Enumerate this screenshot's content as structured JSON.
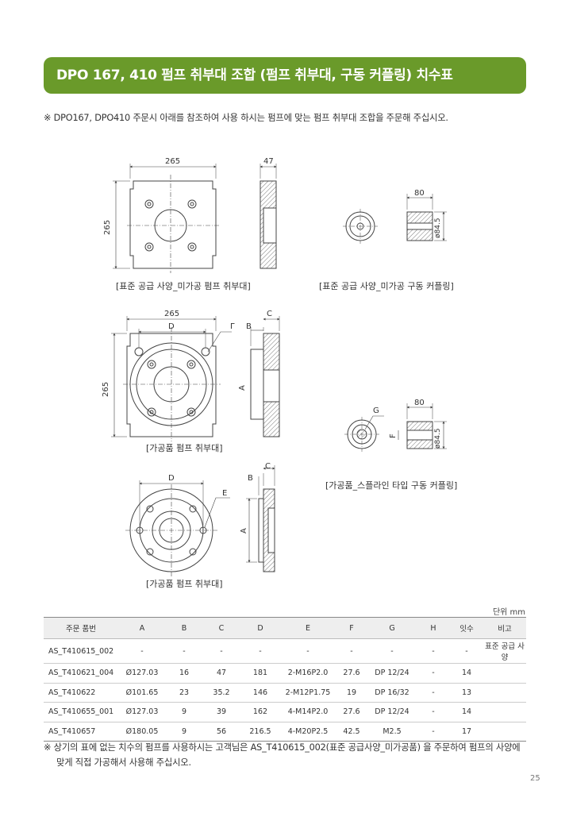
{
  "title": "DPO 167, 410 펌프 취부대 조합 (펌프 취부대, 구동 커플링) 치수표",
  "intro": "※ DPO167, DPO410 주문시 아래를 참조하여 사용 하시는 펌프에 맞는 펌프 취부대 조합을 주문해 주십시오.",
  "figures": {
    "fig1_caption": "[표준 공급 사양_미가공  펌프 취부대]",
    "fig2_caption": "[표준 공급 사양_미가공 구동 커플링]",
    "fig3_caption": "[가공품  펌프 취부대]",
    "fig4_caption": "[가공품_스플라인 타입 구동 커플링]",
    "fig5_caption": "[가공품  펌프 취부대]",
    "dims": {
      "d265": "265",
      "d47": "47",
      "d80": "80",
      "d845": "ø84.5",
      "D": "D",
      "Gamma": "Γ",
      "B": "B",
      "C": "C",
      "A": "A",
      "E": "E",
      "F": "F",
      "G": "G"
    }
  },
  "unit_label": "단위 mm",
  "table": {
    "headers": [
      "주문 품번",
      "A",
      "B",
      "C",
      "D",
      "E",
      "F",
      "G",
      "H",
      "잇수",
      "비고"
    ],
    "rows": [
      [
        "AS_T410615_002",
        "-",
        "-",
        "-",
        "-",
        "-",
        "-",
        "-",
        "-",
        "-",
        "표준 공급 사양"
      ],
      [
        "AS_T410621_004",
        "Ø127.03",
        "16",
        "47",
        "181",
        "2-M16P2.0",
        "27.6",
        "DP 12/24",
        "-",
        "14",
        ""
      ],
      [
        "AS_T410622",
        "Ø101.65",
        "23",
        "35.2",
        "146",
        "2-M12P1.75",
        "19",
        "DP 16/32",
        "-",
        "13",
        ""
      ],
      [
        "AS_T410655_001",
        "Ø127.03",
        "9",
        "39",
        "162",
        "4-M14P2.0",
        "27.6",
        "DP 12/24",
        "-",
        "14",
        ""
      ],
      [
        "AS_T410657",
        "Ø180.05",
        "9",
        "56",
        "216.5",
        "4-M20P2.5",
        "42.5",
        "M2.5",
        "-",
        "17",
        ""
      ]
    ]
  },
  "note_line1": "※ 상기의 표에  없는 치수의 펌프를 사용하시는 고객님은 AS_T410615_002(표준 공급사양_미가공품) 을 주문하여 펌프의 사양에",
  "note_line2": "맞게 직접 가공해서 사용해 주십시오.",
  "page_number": "25",
  "colors": {
    "title_bar": "#6a9a2a",
    "line": "#444444"
  }
}
